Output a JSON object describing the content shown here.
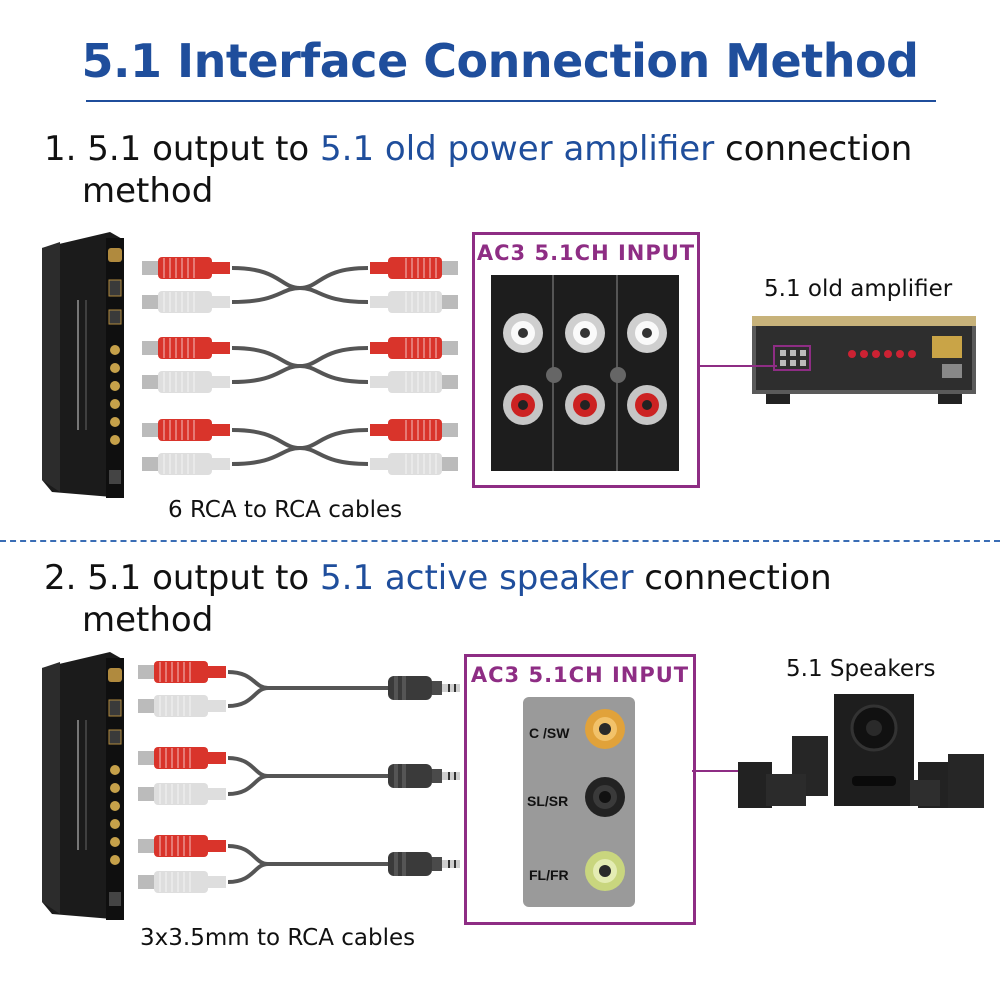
{
  "title": "5.1 Interface Connection Method",
  "section1": {
    "line1_prefix": "1. 5.1 output to ",
    "line1_highlight": "5.1 old power amplifier",
    "line1_suffix": " connection",
    "line2": "method",
    "cable_caption": "6 RCA to RCA cables",
    "input_title": "AC3 5.1CH INPUT",
    "device_label": "5.1 old amplifier"
  },
  "section2": {
    "line1_prefix": "2. 5.1 output to ",
    "line1_highlight": "5.1 active speaker",
    "line1_suffix": " connection",
    "line2": "method",
    "cable_caption": "3x3.5mm to RCA cables",
    "input_title": "AC3 5.1CH INPUT",
    "device_label": "5.1 Speakers",
    "jack_labels": [
      "C /SW",
      "SL/SR",
      "FL/FR"
    ]
  },
  "colors": {
    "title_blue": "#1f4e9c",
    "accent_purple": "#8e2d84",
    "rca_red": "#d9342b",
    "rca_white": "#e6e6e6"
  }
}
